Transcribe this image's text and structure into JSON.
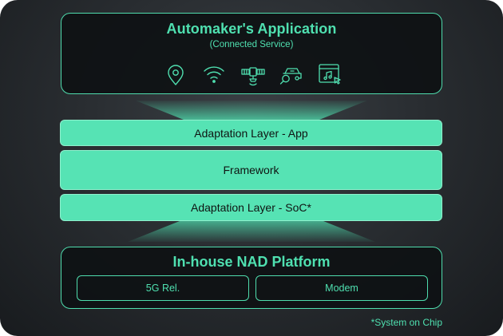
{
  "application": {
    "title": "Automaker's Application",
    "subtitle": "(Connected Service)",
    "icons": [
      "location-pin-icon",
      "wifi-icon",
      "satellite-icon",
      "car-search-icon",
      "media-window-icon"
    ]
  },
  "layers": {
    "adaptation_app": "Adaptation Layer - App",
    "framework": "Framework",
    "adaptation_soc": "Adaptation Layer - SoC*"
  },
  "platform": {
    "title": "In-house NAD Platform",
    "components": [
      "5G Rel.",
      "Modem"
    ]
  },
  "footnote": "*System on Chip",
  "colors": {
    "accent": "#4fe0b0",
    "layer_fill": "#56e3b4",
    "background": "#2a2e32"
  }
}
